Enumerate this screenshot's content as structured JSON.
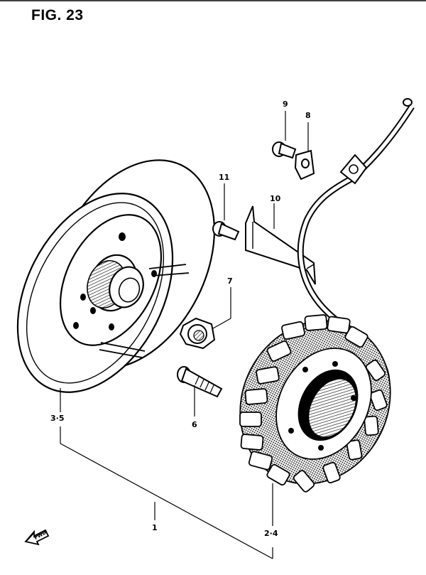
{
  "figure": {
    "title": "FIG. 23"
  },
  "callouts": {
    "p1": "1",
    "p2_4": "2·4",
    "p3_5": "3·5",
    "p6": "6",
    "p7": "7",
    "p8": "8",
    "p9": "9",
    "p10": "10",
    "p11": "11"
  },
  "front_arrow": {
    "label": "FWD"
  },
  "colors": {
    "line": "#000000",
    "background": "#ffffff"
  }
}
